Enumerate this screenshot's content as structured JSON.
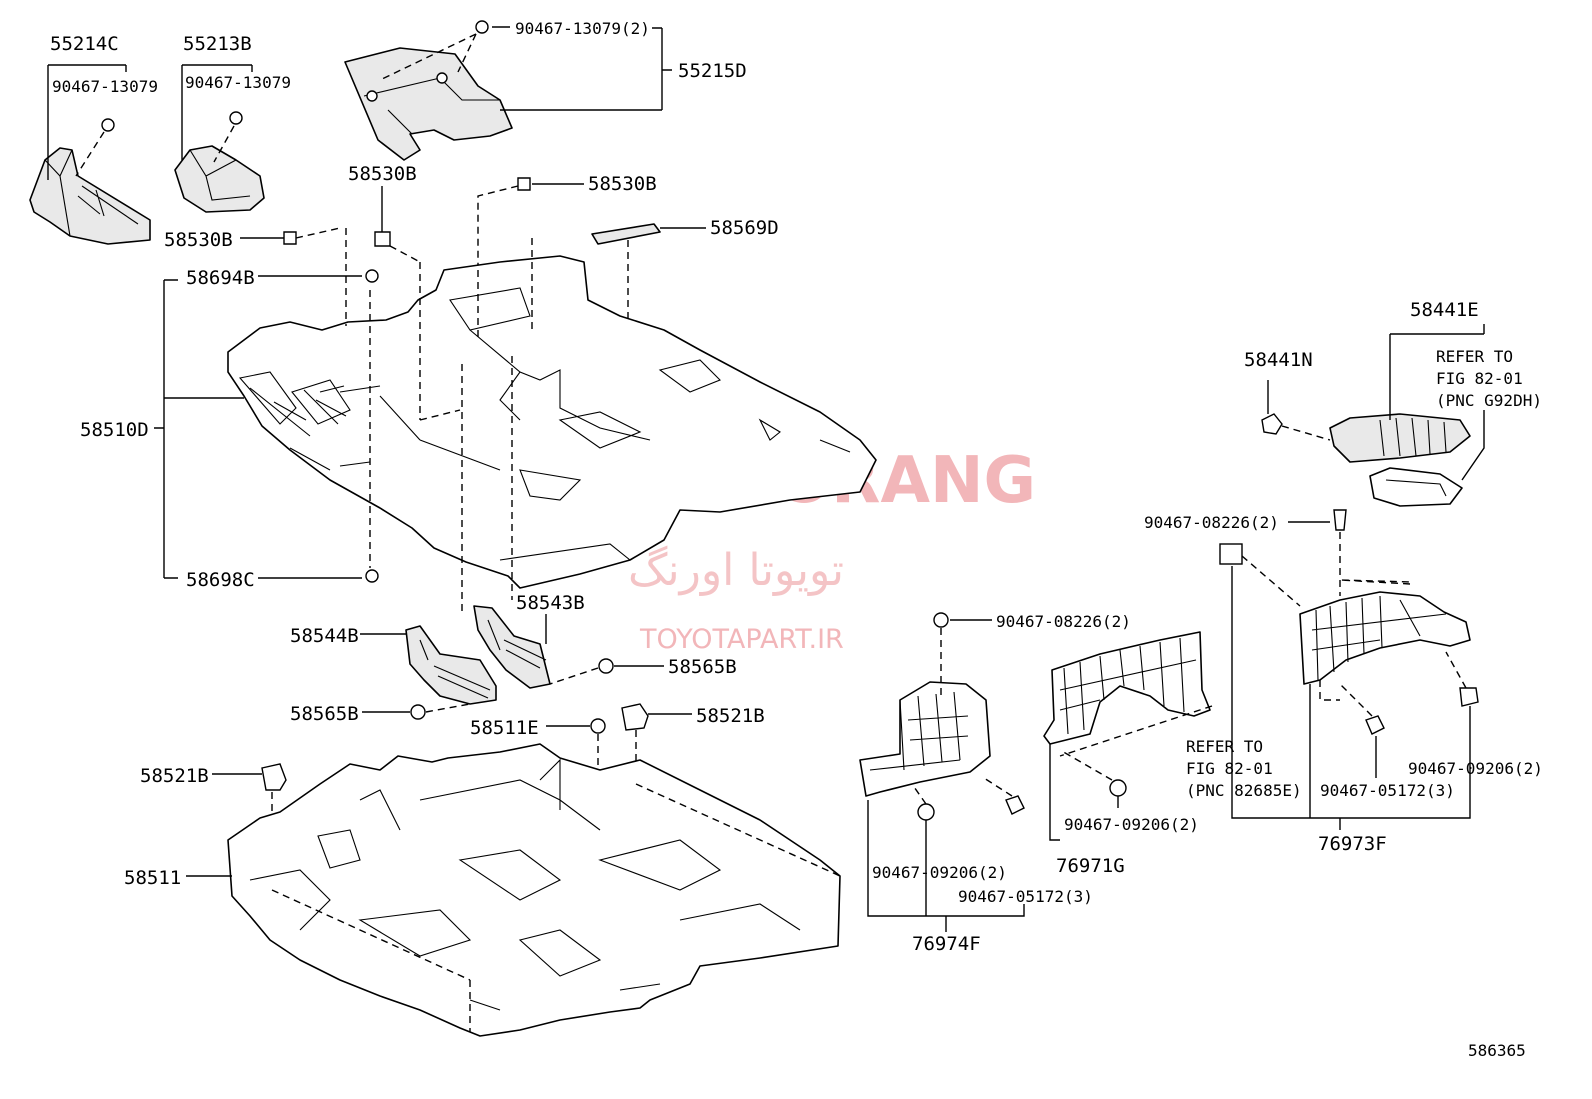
{
  "labels": {
    "p55214c": "55214C",
    "p55213b": "55213B",
    "p55215d": "55215D",
    "clip_13079_a": "90467-13079",
    "clip_13079_b": "90467-13079",
    "clip_13079_c": "90467-13079(2)",
    "p58530b_a": "58530B",
    "p58530b_b": "58530B",
    "p58530b_c": "58530B",
    "p58569d": "58569D",
    "p58694b": "58694B",
    "p58510d": "58510D",
    "p58698c": "58698C",
    "p58543b": "58543B",
    "p58544b": "58544B",
    "p58565b_a": "58565B",
    "p58565b_b": "58565B",
    "p58511e": "58511E",
    "p58521b_a": "58521B",
    "p58521b_b": "58521B",
    "p58511": "58511",
    "p58441e": "58441E",
    "p58441n": "58441N",
    "refer_a_1": "REFER TO",
    "refer_a_2": "FIG 82-01",
    "refer_a_3": "(PNC G92DH)",
    "clip_08226_a": "90467-08226(2)",
    "clip_08226_b": "90467-08226(2)",
    "refer_b_1": "REFER TO",
    "refer_b_2": "FIG 82-01",
    "refer_b_3": "(PNC 82685E)",
    "clip_09206_a": "90467-09206(2)",
    "clip_09206_b": "90467-09206(2)",
    "clip_09206_c": "90467-09206(2)",
    "clip_05172_a": "90467-05172(3)",
    "clip_05172_b": "90467-05172(3)",
    "p76974f": "76974F",
    "p76971g": "76971G",
    "p76973f": "76973F",
    "figure_number": "586365"
  },
  "watermark": {
    "brand": "TOYOTA ORANG",
    "brand_persian": "تویوتا اورنگ",
    "url": "TOYOTAPART.IR",
    "color": "#f2b6b9"
  },
  "colors": {
    "line": "#000000",
    "background": "#ffffff",
    "part_shade": "#e9e9e9"
  }
}
